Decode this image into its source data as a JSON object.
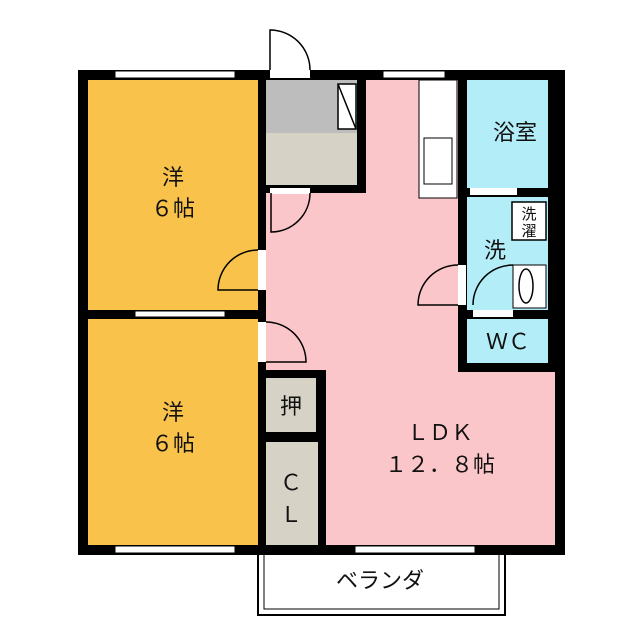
{
  "rooms": {
    "western_1": {
      "line1": "洋",
      "line2": "６帖"
    },
    "western_2": {
      "line1": "洋",
      "line2": "６帖"
    },
    "ldk": {
      "line1": "ＬＤＫ",
      "line2": "１２．８帖"
    },
    "bath": "浴室",
    "washroom": "洗",
    "laundry": {
      "line1": "洗",
      "line2": "濯"
    },
    "toilet": "ＷＣ",
    "closet_oshiire": "押",
    "closet_cl": {
      "line1": "Ｃ",
      "line2": "Ｌ"
    },
    "veranda": "ベランダ"
  },
  "colors": {
    "western": "#f9c34b",
    "ldk": "#fbc6c9",
    "wet": "#b3edf8",
    "storage": "#d6d3c6",
    "genkan_upper": "#bdbdbd",
    "wall": "#000000"
  }
}
